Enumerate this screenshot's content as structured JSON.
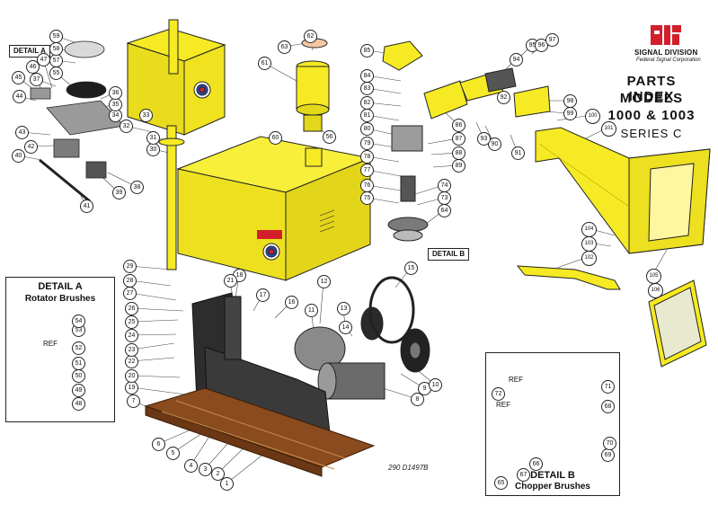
{
  "brand": {
    "name": "SIGNAL DIVISION",
    "sub": "Federal Signal Corporation",
    "logo_color": "#d21f2b"
  },
  "title": {
    "line1": "PARTS INDEX",
    "line2": "MODELS",
    "line3": "1000 & 1003",
    "line4": "SERIES C"
  },
  "detail_a": {
    "label": "DETAIL A",
    "title": "DETAIL  A",
    "subtitle": "Rotator Brushes"
  },
  "detail_b": {
    "label": "DETAIL B",
    "title": "DETAIL  B",
    "subtitle": "Chopper Brushes"
  },
  "ref_label": "REF",
  "drawing_number": "290 D1497B",
  "colors": {
    "housing_yellow": "#f5ea23",
    "frame_dark": "#2d2d2d",
    "pallet_brown": "#8a4b1f",
    "motor_gray": "#6b6b6b",
    "logo_red": "#d21f2b",
    "logo_blue": "#2a4aa8"
  },
  "callouts": [
    "1",
    "2",
    "3",
    "4",
    "5",
    "6",
    "7",
    "8",
    "9",
    "10",
    "11",
    "12",
    "13",
    "14",
    "15",
    "16",
    "17",
    "18",
    "19",
    "20",
    "21",
    "22",
    "23",
    "24",
    "25",
    "26",
    "27",
    "28",
    "29",
    "30",
    "31",
    "32",
    "33",
    "34",
    "35",
    "36",
    "37",
    "38",
    "39",
    "40",
    "41",
    "42",
    "43",
    "44",
    "45",
    "46",
    "47",
    "48",
    "49",
    "50",
    "51",
    "52",
    "53",
    "54",
    "55",
    "56",
    "57",
    "58",
    "59",
    "60",
    "61",
    "62",
    "63",
    "64",
    "65",
    "66",
    "67",
    "68",
    "69",
    "70",
    "71",
    "72",
    "73",
    "74",
    "75",
    "76",
    "77",
    "78",
    "79",
    "80",
    "81",
    "82",
    "83",
    "84",
    "85",
    "86",
    "87",
    "88",
    "89",
    "90",
    "91",
    "92",
    "93",
    "94",
    "95",
    "96",
    "97",
    "98",
    "99",
    "100",
    "101",
    "102",
    "103",
    "104",
    "105",
    "106"
  ]
}
